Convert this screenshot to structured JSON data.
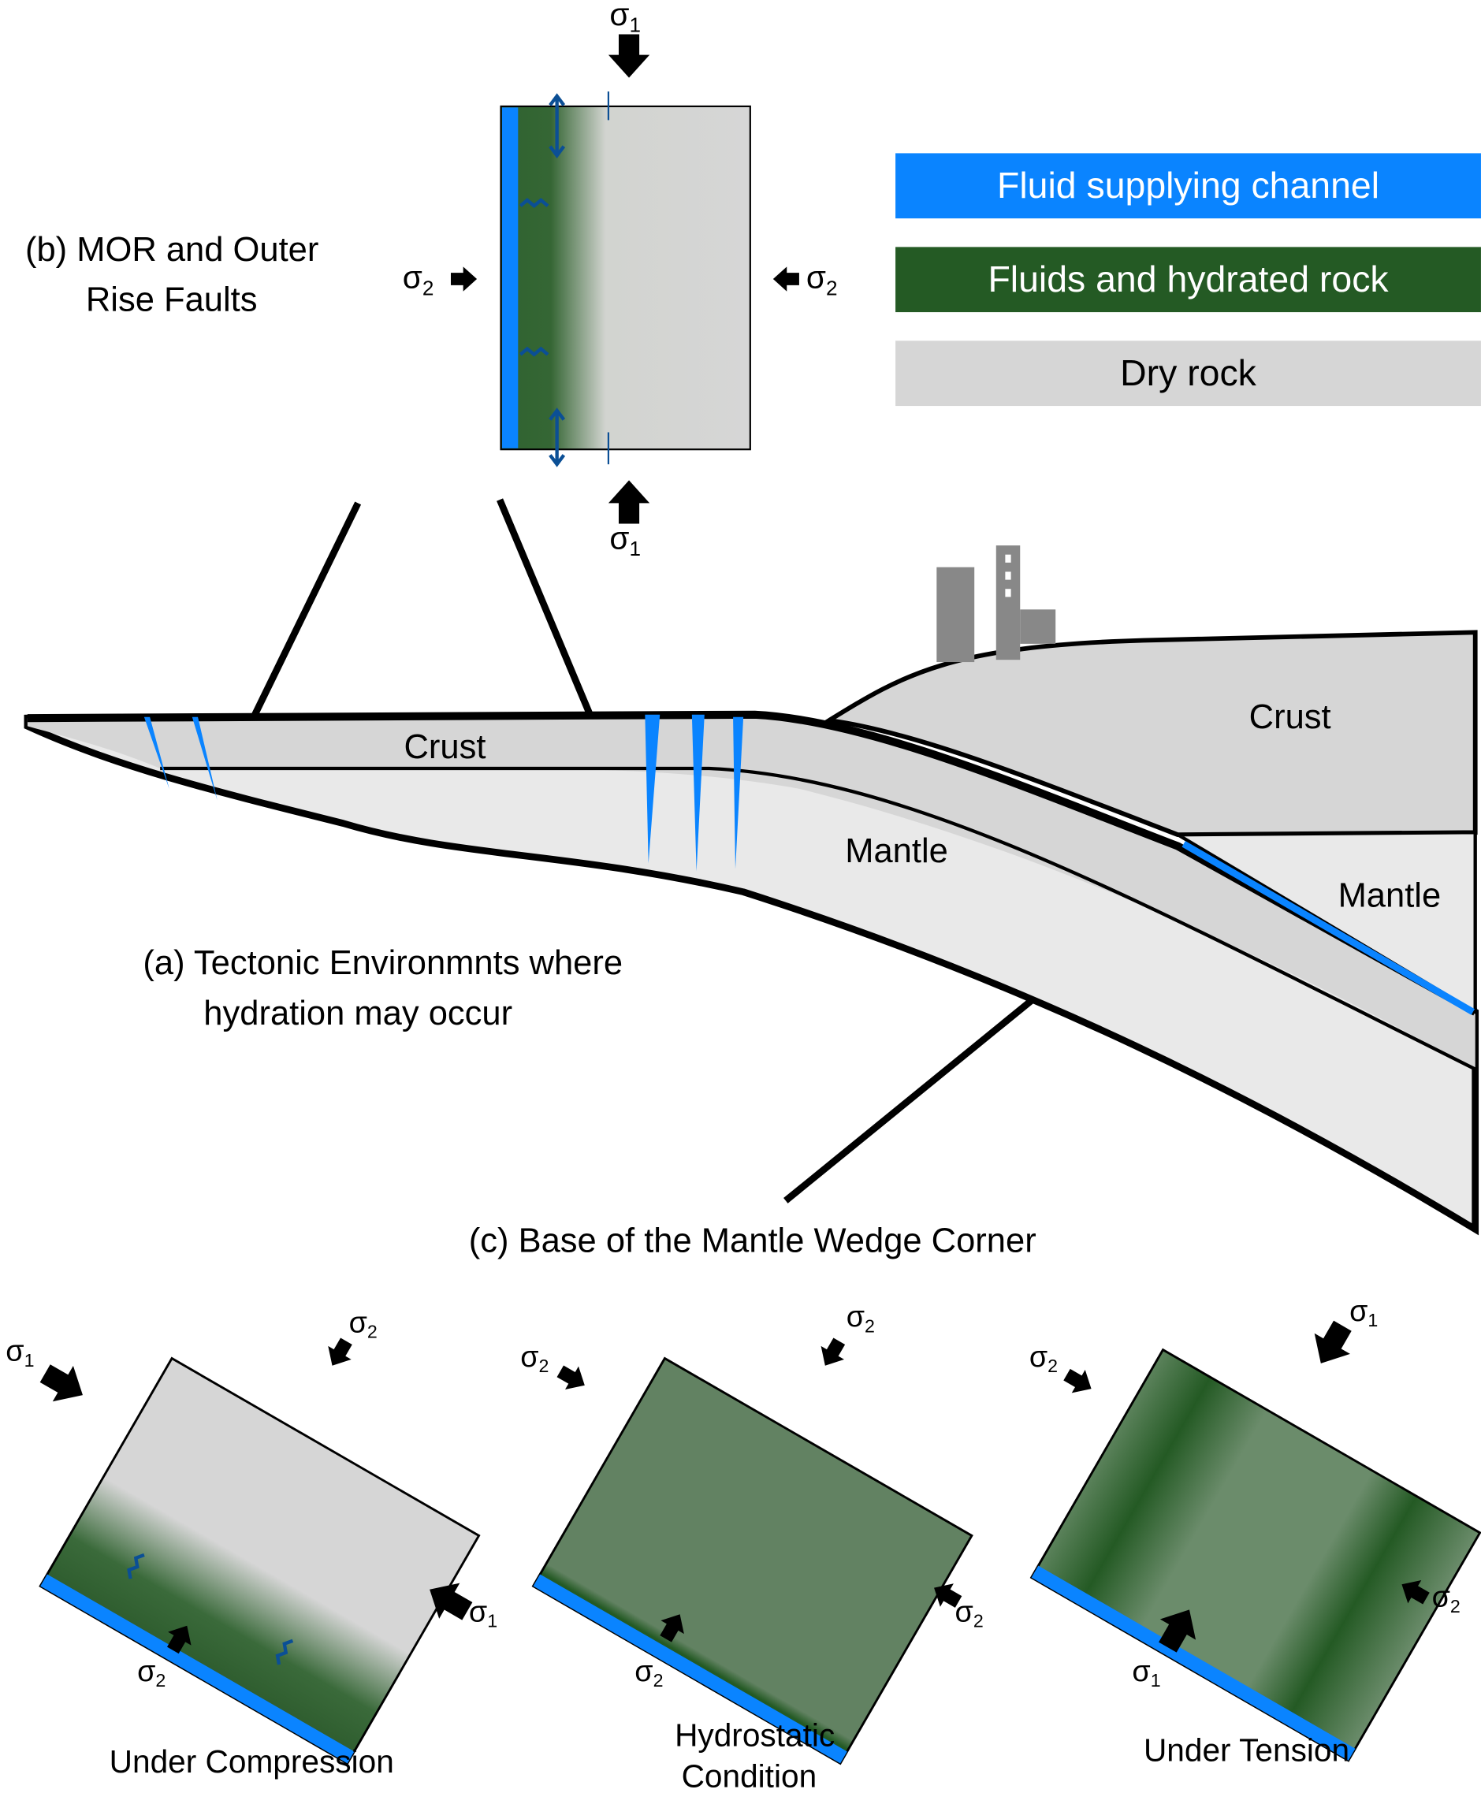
{
  "panels": {
    "a": {
      "label": "(a) Tectonic Environmnts where",
      "label_line2": "hydration may occur"
    },
    "b": {
      "label": "(b) MOR and Outer",
      "label_line2": "Rise Faults"
    },
    "c": {
      "label": "(c) Base of the Mantle Wedge Corner"
    }
  },
  "legend": [
    {
      "label": "Fluid supplying channel",
      "color": "#0a84ff",
      "text_color": "#ffffff"
    },
    {
      "label": "Fluids and hydrated rock",
      "color": "#245a24",
      "text_color": "#ffffff"
    },
    {
      "label": "Dry rock",
      "color": "#d6d6d6",
      "text_color": "#000000"
    }
  ],
  "cross_section": {
    "oceanic_crust": "Crust",
    "oceanic_mantle": "Mantle",
    "overriding_crust": "Crust",
    "overriding_mantle": "Mantle"
  },
  "stress": {
    "s1": "σ",
    "s1_sub": "1",
    "s2": "σ",
    "s2_sub": "2"
  },
  "conditions": [
    {
      "title": "Under Compression"
    },
    {
      "title": "Hydrostatic",
      "title_line2": "Condition"
    },
    {
      "title": "Under Tension"
    }
  ],
  "colors": {
    "fluid": "#0a84ff",
    "hydrated": "#245a24",
    "dry": "#d6d6d6",
    "mantle": "#e9e9e9",
    "wave": "#0b4f95"
  }
}
